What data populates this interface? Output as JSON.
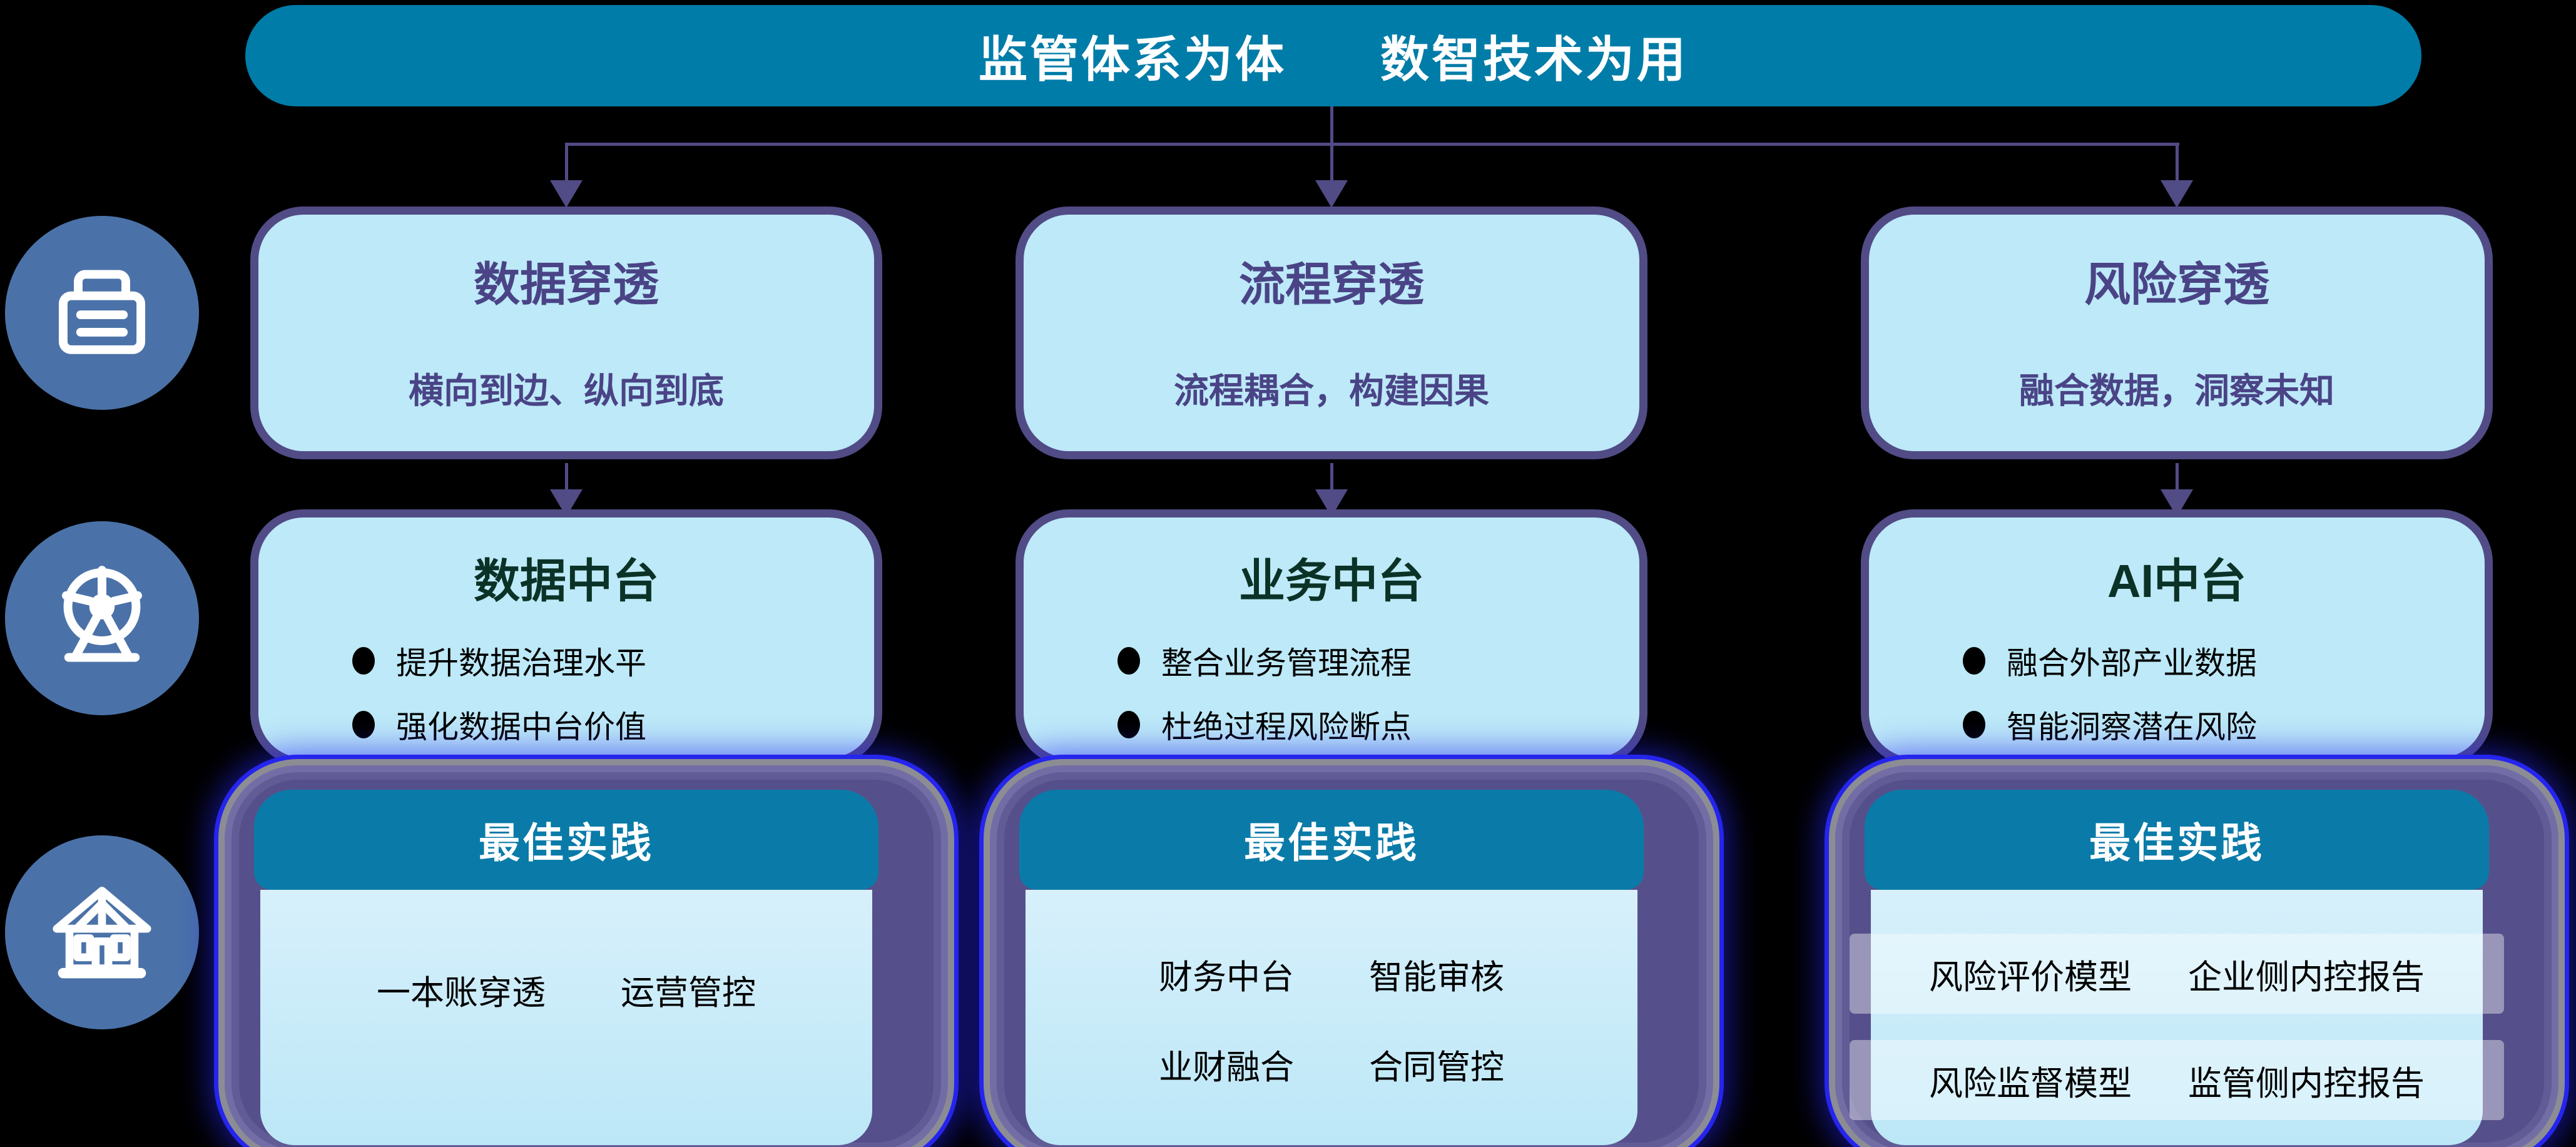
{
  "banner": {
    "left": "监管体系为体",
    "right": "数智技术为用"
  },
  "colors": {
    "background": "#000000",
    "banner_teal": "#007CA8",
    "card_blue": "#BDE9F8",
    "border_purple": "#514B86",
    "title_purple": "#4A4486",
    "platform_title_green": "#0B3226",
    "circle_blue": "#4B72A8",
    "practice_header_teal": "#0A7BA8",
    "practice_body_top": "#D7F0FB",
    "practice_body_bottom": "#BCE7F7",
    "glow_blue": "#2525EE",
    "ring_gray": "#8C8C94"
  },
  "side_icons": [
    {
      "name": "archive-box-icon"
    },
    {
      "name": "ferris-wheel-icon"
    },
    {
      "name": "house-icon"
    }
  ],
  "columns": [
    {
      "penetration": {
        "title": "数据穿透",
        "subtitle": "横向到边、纵向到底"
      },
      "platform": {
        "title": "数据中台",
        "bullets": [
          "提升数据治理水平",
          "强化数据中台价值"
        ]
      },
      "practice": {
        "title": "最佳实践",
        "rows": [
          [
            "一本账穿透",
            "运营管控"
          ]
        ]
      }
    },
    {
      "penetration": {
        "title": "流程穿透",
        "subtitle": "流程耦合，构建因果"
      },
      "platform": {
        "title": "业务中台",
        "bullets": [
          "整合业务管理流程",
          "杜绝过程风险断点"
        ]
      },
      "practice": {
        "title": "最佳实践",
        "rows": [
          [
            "财务中台",
            "智能审核"
          ],
          [
            "业财融合",
            "合同管控"
          ]
        ]
      }
    },
    {
      "penetration": {
        "title": "风险穿透",
        "subtitle": "融合数据，洞察未知"
      },
      "platform": {
        "title": "AI中台",
        "bullets": [
          "融合外部产业数据",
          "智能洞察潜在风险"
        ]
      },
      "practice": {
        "title": "最佳实践",
        "rows": [
          [
            "风险评价模型",
            "企业侧内控报告"
          ],
          [
            "风险监督模型",
            "监管侧内控报告"
          ]
        ]
      }
    }
  ]
}
